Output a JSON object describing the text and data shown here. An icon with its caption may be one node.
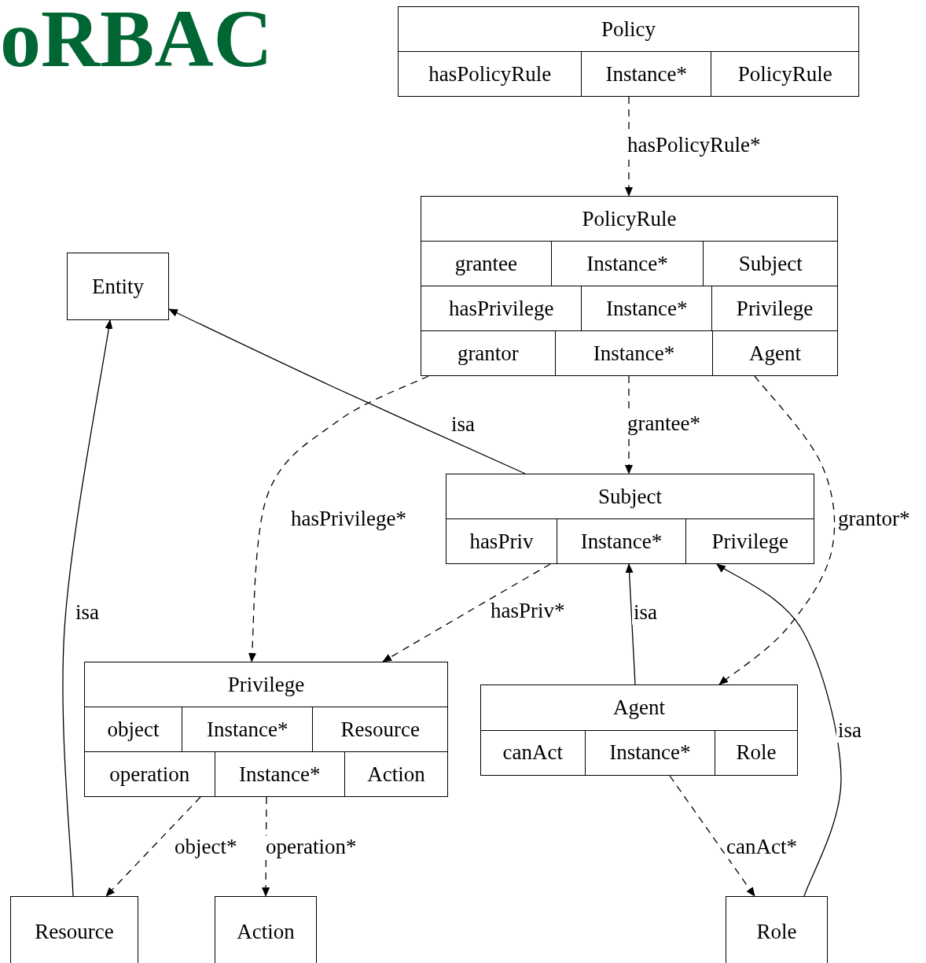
{
  "diagram": {
    "title": "oRBAC",
    "nodes": [
      {
        "text": [
          "Policy",
          "hasPolicyRule",
          "Instance*",
          "PolicyRule"
        ]
      },
      {
        "text": [
          "PolicyRule",
          "grantee",
          "Instance*",
          "Subject",
          "hasPrivilege",
          "Instance*",
          "Privilege",
          "grantor",
          "Instance*",
          "Agent"
        ]
      },
      {
        "text": [
          "Entity"
        ]
      },
      {
        "text": [
          "Subject",
          "hasPriv",
          "Instance*",
          "Privilege"
        ]
      },
      {
        "text": [
          "Privilege",
          "object",
          "Instance*",
          "Resource",
          "operation",
          "Instance*",
          "Action"
        ]
      },
      {
        "text": [
          "Agent",
          "canAct",
          "Instance*",
          "Role"
        ]
      },
      {
        "text": [
          "Resource"
        ]
      },
      {
        "text": [
          "Action"
        ]
      },
      {
        "text": [
          "Role"
        ]
      }
    ],
    "edges": [
      {
        "from": 0,
        "to": 1,
        "arrow": "to",
        "label": "hasPolicyRule*",
        "style": "dashed"
      },
      {
        "from": 3,
        "to": 2,
        "arrow": "to",
        "label": "isa"
      },
      {
        "from": 1,
        "to": 4,
        "arrow": "to",
        "label": "hasPrivilege*",
        "style": "dashed"
      },
      {
        "from": 1,
        "to": 3,
        "arrow": "to",
        "label": "grantee*",
        "style": "dashed"
      },
      {
        "from": 1,
        "to": 5,
        "arrow": "to",
        "label": "grantor*",
        "style": "dashed"
      },
      {
        "from": 3,
        "to": 4,
        "arrow": "to",
        "label": "hasPriv*",
        "style": "dashed"
      },
      {
        "from": 5,
        "to": 3,
        "arrow": "to",
        "label": "isa"
      },
      {
        "from": 8,
        "to": 3,
        "arrow": "to",
        "label": "isa"
      },
      {
        "from": 6,
        "to": 2,
        "arrow": "to",
        "label": "isa"
      },
      {
        "from": 4,
        "to": 6,
        "arrow": "to",
        "label": "object*",
        "style": "dashed"
      },
      {
        "from": 4,
        "to": 7,
        "arrow": "to",
        "label": "operation*",
        "style": "dashed"
      },
      {
        "from": 5,
        "to": 8,
        "arrow": "to",
        "label": "canAct*",
        "style": "dashed"
      }
    ]
  }
}
